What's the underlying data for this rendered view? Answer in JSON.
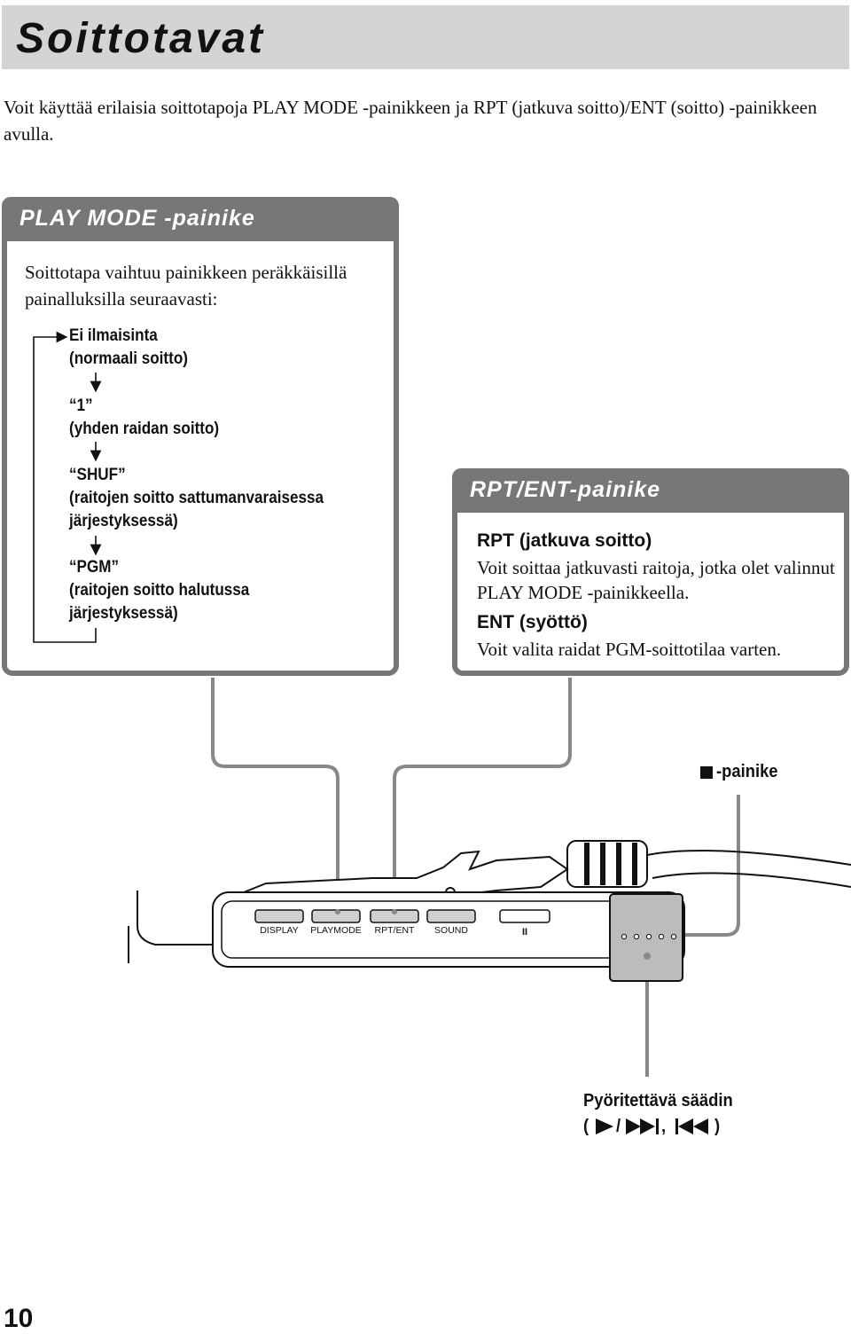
{
  "title": "Soittotavat",
  "intro": "Voit käyttää erilaisia soittotapoja PLAY MODE -painikkeen ja RPT (jatkuva soitto)/ENT (soitto) -painikkeen avulla.",
  "play_mode_box": {
    "heading": "PLAY MODE -painike",
    "description": "Soittotapa vaihtuu painikkeen peräkkäisillä painalluksilla seuraavasti:",
    "modes": [
      {
        "line1": "Ei ilmaisinta",
        "line2": "(normaali soitto)",
        "line3": ""
      },
      {
        "line1": "“1”",
        "line2": "(yhden raidan soitto)",
        "line3": ""
      },
      {
        "line1": "“SHUF”",
        "line2": "(raitojen soitto sattumanvaraisessa",
        "line3": "järjestyksessä)"
      },
      {
        "line1": "“PGM”",
        "line2": "(raitojen soitto halutussa",
        "line3": "järjestyksessä)"
      }
    ]
  },
  "rpt_ent_box": {
    "heading": "RPT/ENT-painike",
    "rpt_title": "RPT (jatkuva soitto)",
    "rpt_text": "Voit soittaa jatkuvasti raitoja, jotka olet valinnut PLAY MODE -painikkeella.",
    "ent_title": "ENT (syöttö)",
    "ent_text": "Voit valita raidat PGM-soittotilaa varten."
  },
  "illustration": {
    "button_labels": [
      "DISPLAY",
      "PLAYMODE",
      "RPT/ENT",
      "SOUND"
    ],
    "pause_symbol": "II",
    "stop_label": "-painike",
    "dial_label_line1": "Pyöritettävä säädin",
    "dial_label_line2_open": "(",
    "dial_label_line2_sep1": "/",
    "dial_label_line2_sep2": ",",
    "dial_label_line2_close": ")"
  },
  "page_number": "10"
}
